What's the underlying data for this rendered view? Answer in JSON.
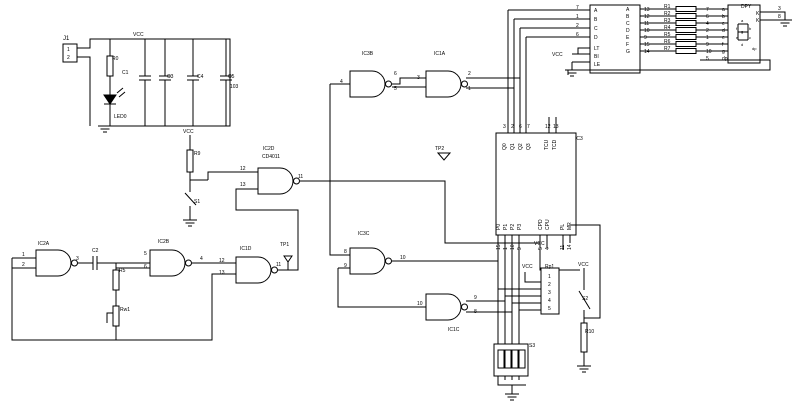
{
  "components": {
    "j1": {
      "ref": "J1",
      "pins": [
        "1",
        "2"
      ]
    },
    "r0": {
      "ref": "R0"
    },
    "led0": {
      "ref": "LED0"
    },
    "c1": {
      "ref": "C1"
    },
    "c3": {
      "ref": "C3"
    },
    "c4": {
      "ref": "C4"
    },
    "c5": {
      "ref": "C5",
      "value": "103"
    },
    "r9": {
      "ref": "R9"
    },
    "s1": {
      "ref": "S1"
    },
    "s2": {
      "ref": "S2"
    },
    "r5": {
      "ref": "R5"
    },
    "rw1": {
      "ref": "Rw1"
    },
    "c2": {
      "ref": "C2"
    },
    "r10": {
      "ref": "R10"
    },
    "rp1": {
      "ref": "Rp1",
      "pins": [
        "1",
        "2",
        "3",
        "4",
        "5"
      ]
    },
    "s3": {
      "ref": "S3"
    },
    "tp1": {
      "ref": "TP1"
    },
    "tp2": {
      "ref": "TP2"
    },
    "ic3": {
      "ref": "IC3"
    }
  },
  "power": {
    "vcc": "VCC"
  },
  "gates": {
    "ic2a": {
      "ref": "IC2A",
      "pins": [
        "1",
        "2",
        "3"
      ]
    },
    "ic2b": {
      "ref": "IC2B",
      "pins": [
        "5",
        "6",
        "4"
      ]
    },
    "ic1d": {
      "ref": "IC1D",
      "pins": [
        "12",
        "13",
        "11"
      ]
    },
    "ic2d": {
      "ref": "IC2D",
      "part": "CD4011",
      "pins": [
        "12",
        "13",
        "11"
      ]
    },
    "ic3b": {
      "ref": "IC3B",
      "pins": [
        "4",
        "6",
        "5"
      ]
    },
    "ic1a": {
      "ref": "IC1A",
      "pins": [
        "3",
        "2",
        "1"
      ]
    },
    "ic3c": {
      "ref": "IC3C",
      "pins": [
        "8",
        "9",
        "10"
      ]
    },
    "ic1c": {
      "ref": "IC1C",
      "pins": [
        "10",
        "9",
        "8"
      ]
    }
  },
  "decoder": {
    "in_pins": [
      "7",
      "1",
      "2",
      "6"
    ],
    "in_labels": [
      "A",
      "B",
      "C",
      "D"
    ],
    "ctrl_labels": [
      "LT",
      "BI",
      "LE"
    ],
    "out_labels": [
      "A",
      "B",
      "C",
      "D",
      "E",
      "F",
      "G"
    ],
    "out_pins": [
      "13",
      "12",
      "11",
      "10",
      "9",
      "15",
      "14"
    ]
  },
  "resistors": [
    "R1",
    "R2",
    "R3",
    "R4",
    "R5",
    "R6",
    "R7"
  ],
  "display": {
    "ref": "DPY",
    "pin_nums": [
      "7",
      "6",
      "4",
      "2",
      "1",
      "9",
      "10",
      "5"
    ],
    "seg_labels": [
      "a",
      "b",
      "c",
      "d",
      "e",
      "f",
      "g",
      "dp"
    ],
    "k_pins": [
      "3",
      "8"
    ],
    "k_label": "K",
    "inner": [
      "a",
      "f",
      "b",
      "g",
      "e",
      "c",
      "d",
      "dp"
    ]
  },
  "counter": {
    "top_labels": [
      "Q0",
      "Q1",
      "Q2",
      "Q3",
      "TCU",
      "TCD"
    ],
    "bottom_labels": [
      "P0",
      "P1",
      "P2",
      "P3",
      "CPD",
      "CPU",
      "PL",
      "MR"
    ],
    "top_pins": [
      "3",
      "2",
      "6",
      "7",
      "12",
      "13"
    ],
    "bottom_pins": [
      "15",
      "1",
      "10",
      "9",
      "5",
      "4",
      "11",
      "14"
    ]
  }
}
